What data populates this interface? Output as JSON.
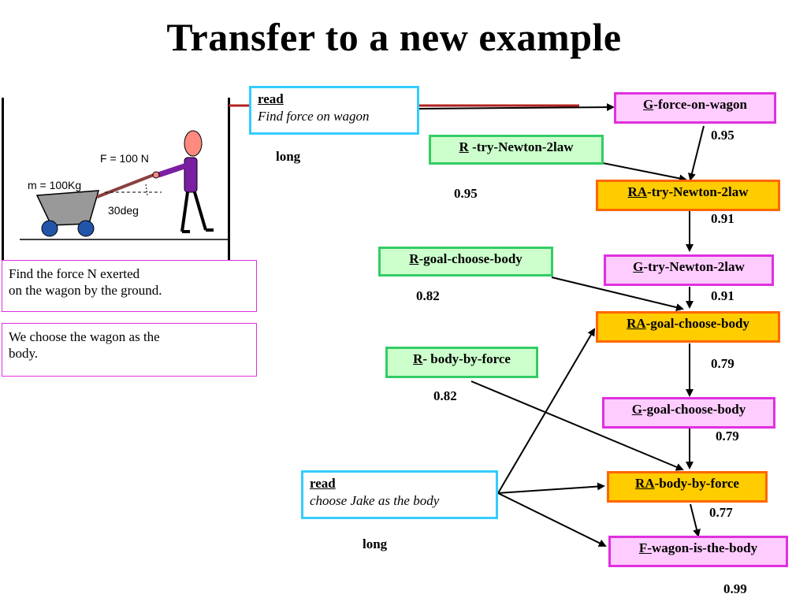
{
  "title": "Transfer to a new example",
  "illustration": {
    "force_label": "F = 100 N",
    "mass_label": "m = 100Kg",
    "angle_label": "30deg"
  },
  "notes": [
    {
      "line1": "Find the force N exerted",
      "line2": "on the wagon by the ground."
    },
    {
      "line1": "We choose the wagon  as the",
      "line2": "body."
    }
  ],
  "reads": [
    {
      "keyword": "read",
      "text": "Find force on wagon",
      "duration": "long"
    },
    {
      "keyword": "read",
      "text": "choose Jake as the body",
      "duration": "long"
    }
  ],
  "nodes": {
    "g_force": {
      "prefix": "G",
      "text": "-force-on-wagon",
      "value": "0.95"
    },
    "r_newton": {
      "prefix": "R",
      "text": " -try-Newton-2law",
      "value": "0.95"
    },
    "ra_newton": {
      "prefix": "RA",
      "text": "-try-Newton-2law",
      "value": "0.91"
    },
    "g_newton": {
      "prefix": "G",
      "text": "-try-Newton-2law",
      "value": "0.91"
    },
    "r_goal": {
      "prefix": "R",
      "text": "-goal-choose-body",
      "value": "0.82"
    },
    "ra_goal": {
      "prefix": "RA",
      "text": "-goal-choose-body",
      "value": "0.79"
    },
    "r_body": {
      "prefix": "R",
      "text": "- body-by-force",
      "value": "0.82"
    },
    "g_goal": {
      "prefix": "G",
      "text": "-goal-choose-body",
      "value": "0.79"
    },
    "ra_body": {
      "prefix": "RA",
      "text": "-body-by-force",
      "value": "0.77"
    },
    "f_wagon": {
      "prefix": "F-",
      "text": "wagon-is-the-body",
      "value": "0.99"
    }
  },
  "colors": {
    "goal_fill": "#ffccff",
    "goal_border": "#e02fe0",
    "rule_fill": "#ccffcc",
    "rule_border": "#33cc66",
    "ra_fill": "#ffcc00",
    "ra_border": "#ff6600",
    "read_border": "#33ccff",
    "timeline": "#b22222",
    "shirt": "#7a1fa2",
    "skin": "#ff8a80",
    "cart": "#999999",
    "wheel": "#2255aa"
  }
}
